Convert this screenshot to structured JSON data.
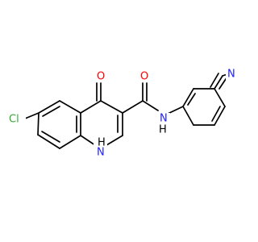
{
  "molecule": {
    "labels": {
      "chlorine": "Cl",
      "ketone_oxygen": "O",
      "amide_oxygen": "O",
      "amide_nitrogen": "N",
      "amide_hydrogen": "H",
      "ring_hydrogen": "H",
      "ring_nitrogen": "N",
      "nitrile_nitrogen": "N"
    },
    "colors": {
      "bond": "#000000",
      "chlorine": "#34a834",
      "oxygen": "#ff0000",
      "nitrogen": "#2020ff",
      "hydrogen": "#000000"
    }
  }
}
